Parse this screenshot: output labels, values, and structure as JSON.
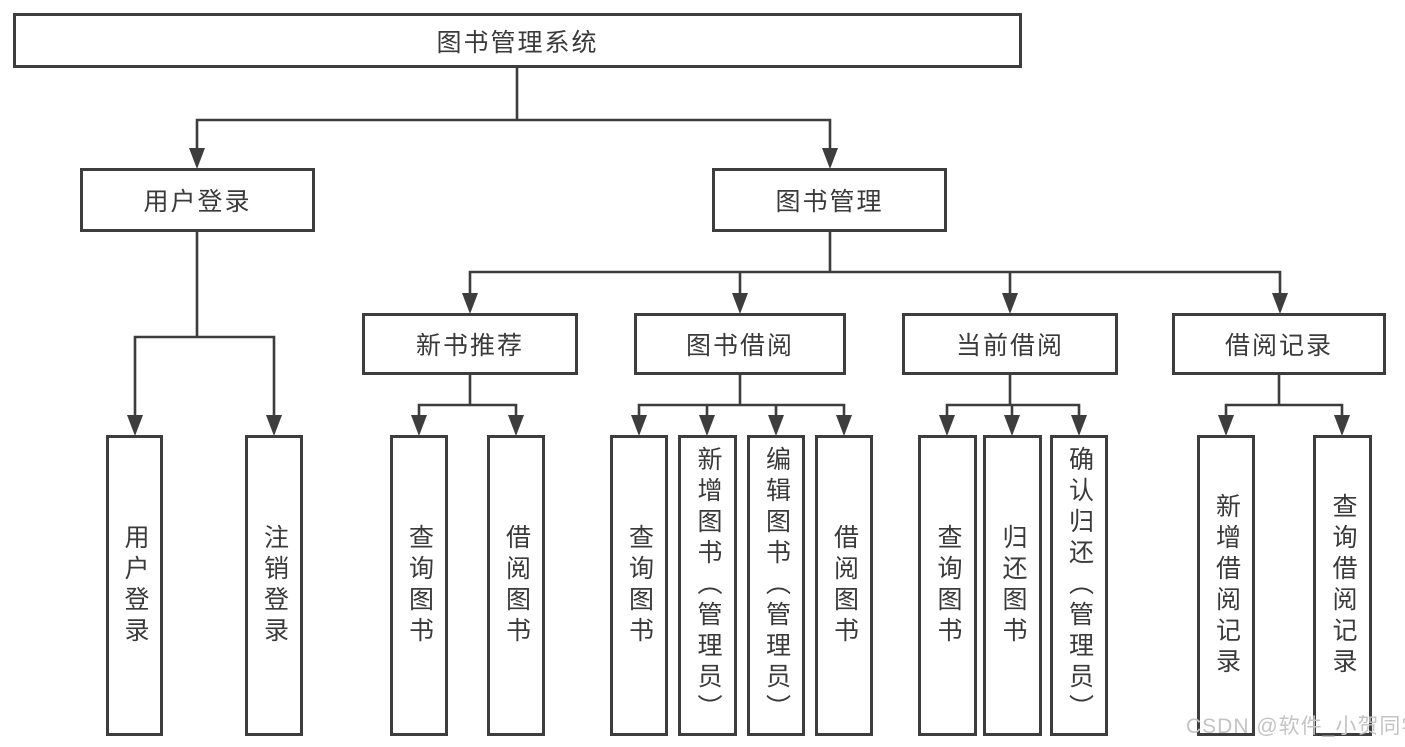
{
  "diagram": {
    "root": {
      "label": "图书管理系统"
    },
    "user_login": {
      "label": "用户登录",
      "children": [
        "用户登录",
        "注销登录"
      ]
    },
    "book_mgmt": {
      "label": "图书管理"
    },
    "new_book": {
      "label": "新书推荐",
      "children": [
        "查询图书",
        "借阅图书"
      ]
    },
    "borrow": {
      "label": "图书借阅",
      "children": [
        "查询图书",
        "新增图书（管理员）",
        "编辑图书（管理员）",
        "借阅图书"
      ]
    },
    "current": {
      "label": "当前借阅",
      "children": [
        "查询图书",
        "归还图书",
        "确认归还（管理员）"
      ]
    },
    "records": {
      "label": "借阅记录",
      "children": [
        "新增借阅记录",
        "查询借阅记录"
      ]
    }
  },
  "watermark": "CSDN @软件_小贺同学",
  "colors": {
    "line": "#3d3d3d",
    "text": "#3a3a3a",
    "watermark": "#c4c4c4",
    "bg": "#ffffff"
  }
}
